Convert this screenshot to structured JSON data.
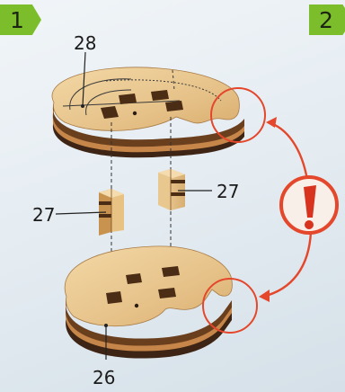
{
  "steps": {
    "current": "1",
    "next": "2"
  },
  "labels": {
    "top_plate": "28",
    "block_left": "27",
    "block_right": "27",
    "bottom_plate": "26"
  },
  "colors": {
    "badge": "#7cbd2b",
    "warning": "#e4472b",
    "wood_light": "#e8c88f",
    "wood_dark": "#6a3f1e"
  },
  "icons": {
    "warning": "exclamation-icon"
  }
}
